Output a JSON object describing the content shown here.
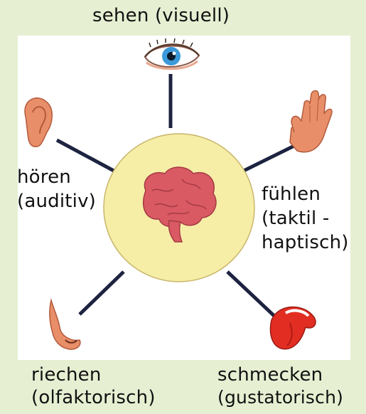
{
  "labels": {
    "top": "sehen (visuell)",
    "left_1": "hören",
    "left_2": "(auditiv)",
    "right_1": "fühlen",
    "right_2": "(taktil -",
    "right_3": "haptisch)",
    "bottom_left_1": "riechen",
    "bottom_left_2": "(olfaktorisch)",
    "bottom_right_1": "schmecken",
    "bottom_right_2": "(gustatorisch)"
  },
  "icons": [
    "eye-icon",
    "ear-icon",
    "hand-icon",
    "nose-icon",
    "mouth-icon",
    "brain-icon"
  ],
  "colors": {
    "background": "#e6efd2",
    "panel": "#ffffff",
    "circle_fill": "#f6eea7",
    "circle_stroke": "#c9b66a",
    "connector": "#1d2340",
    "brain": "#d95a63",
    "skin": "#e88e68"
  }
}
